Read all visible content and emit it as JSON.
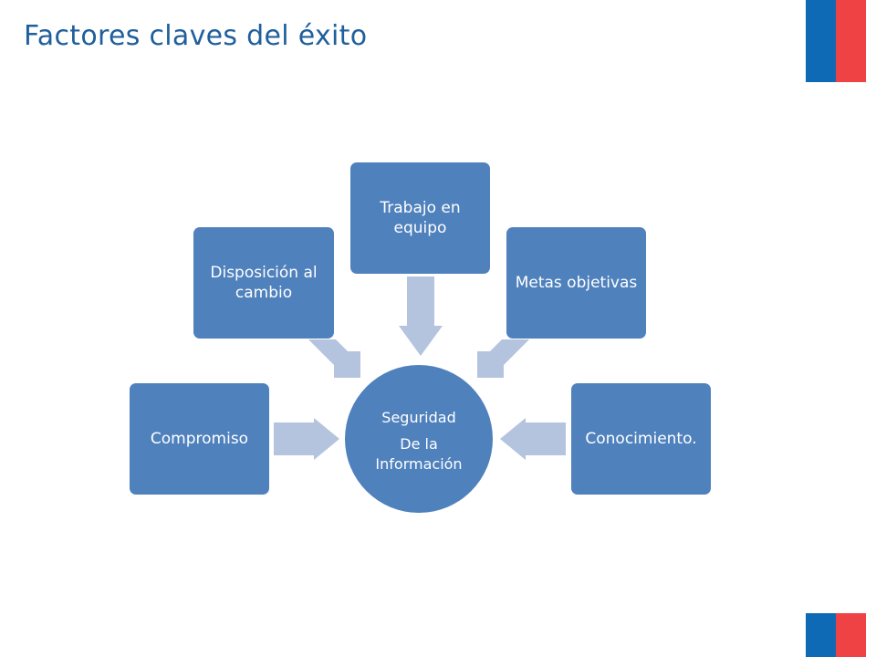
{
  "slide": {
    "title": "Factores claves del éxito"
  },
  "colors": {
    "title": "#1f5f9c",
    "box": "#4f81bd",
    "arrow": "#b4c4df",
    "flag_blue": "#0e6ab5",
    "flag_red": "#ef4245"
  },
  "diagram": {
    "center": {
      "line1": "Seguridad",
      "line2": "De la",
      "line3": "Información"
    },
    "nodes": [
      {
        "id": "compromiso",
        "label": "Compromiso"
      },
      {
        "id": "disposicion",
        "label": "Disposición al cambio"
      },
      {
        "id": "trabajo",
        "label": "Trabajo en equipo"
      },
      {
        "id": "metas",
        "label": "Metas objetivas"
      },
      {
        "id": "conocimiento",
        "label": "Conocimiento."
      }
    ]
  }
}
